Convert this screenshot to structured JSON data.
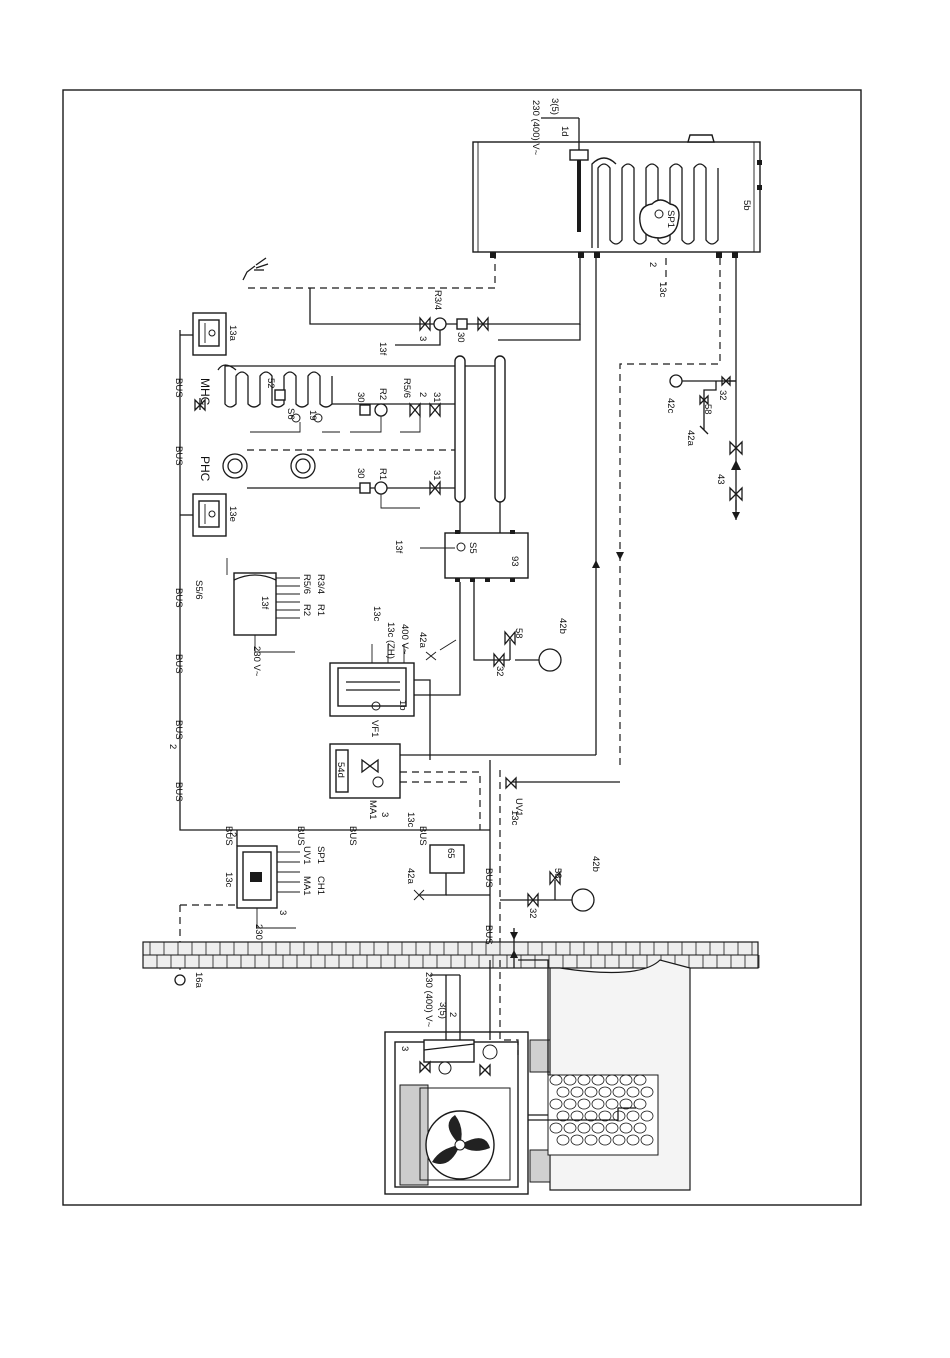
{
  "labels": {
    "v230_top": "230 (400) V~",
    "c35_top": "3(5)",
    "l1d": "1d",
    "l5b": "5b",
    "sp1": "SP1",
    "c2_tank": "2",
    "l13c_tank": "13c",
    "r34": "R3/4",
    "l30_r34": "30",
    "l3_r34": "3",
    "l13f_r34": "13f",
    "l13a": "13a",
    "bus": "BUS",
    "mhc": "MHC",
    "l52": "52",
    "l30_r2": "30",
    "r2": "R2",
    "r56": "R5/6",
    "l2_r56": "2",
    "l31_r56": "31",
    "s6": "S6",
    "l19": "19",
    "phc": "PHC",
    "l30_r1": "30",
    "r1": "R1",
    "l31_r1": "31",
    "l13e": "13e",
    "l13f_mid": "13f",
    "r56_list": "R5/6",
    "r34_list": "R3/4",
    "r2_list": "R2",
    "r1_list": "R1",
    "s56_list": "S5/6",
    "v230_13f": "230 V~",
    "s5": "S5",
    "l93": "93",
    "l13c_zh": "13c (ZH)",
    "l13c_vf": "13c",
    "v400": "400 V~",
    "l42a_vf": "42a",
    "vf1": "VF1",
    "l1b": "1b",
    "l58_mid": "58",
    "l32_mid": "32",
    "l42b_mid": "42b",
    "l54d": "54d",
    "ma1": "MA1",
    "uv1": "UV1",
    "l13c_ma": "13c",
    "l65": "65",
    "l42a_65": "42a",
    "l13c_ctrl": "13c",
    "ma1_list": "MA1",
    "ch1_list": "CH1",
    "uv1_list": "UV1",
    "sp1_list": "SP1",
    "v230_ctrl": "230 V~",
    "l42c": "42c",
    "l58_right": "58",
    "l32_right": "32",
    "l42a_right": "42a",
    "l43": "43",
    "l58_bot": "58",
    "l32_bot": "32",
    "l42b_bot": "42b",
    "l16a": "16a",
    "v230_hp": "230 (400) V~",
    "c35_hp": "3(5)",
    "l2_hp": "2",
    "l3_hp": "3",
    "l2_ctrl": "2",
    "l3_ctrl": "3",
    "l2_bus": "2",
    "l13c_bus": "13c",
    "l3_bus": "3"
  },
  "colors": {
    "line": "#1a1a1a",
    "background": "#ffffff",
    "wall": "#e6e6e6"
  }
}
